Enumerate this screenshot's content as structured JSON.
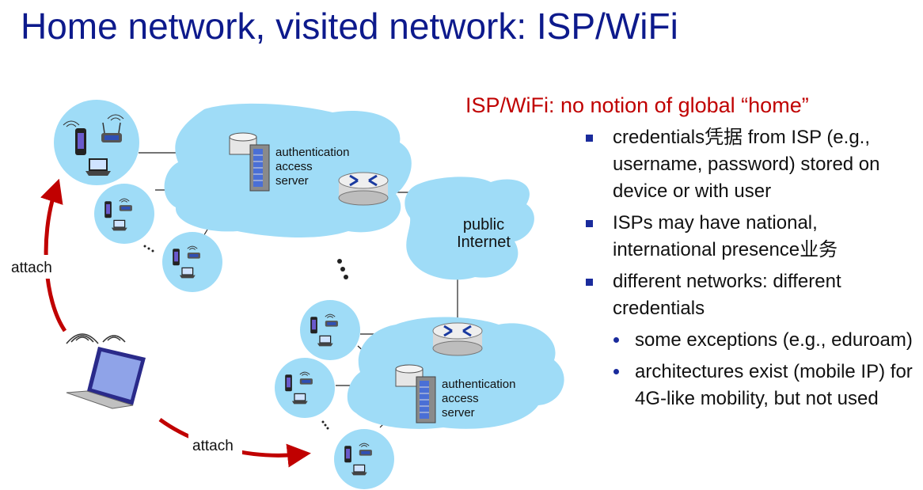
{
  "slide": {
    "title": "Home network, visited network: ISP/WiFi"
  },
  "diagram": {
    "server_top": {
      "line1": "authentication",
      "line2": "access",
      "line3": "server"
    },
    "server_bottom": {
      "line1": "authentication",
      "line2": "access",
      "line3": "server"
    },
    "internet": {
      "line1": "public",
      "line2": "Internet"
    },
    "attach_top": "attach",
    "attach_bottom": "attach",
    "colors": {
      "cloud": "#9fdcf7",
      "arrow": "#c00000",
      "router": "#1a3aa0"
    }
  },
  "panel": {
    "heading": "ISP/WiFi: no notion of global  “home”",
    "bullets": [
      {
        "text": "credentials凭据 from ISP (e.g., username, password) stored on device or with user"
      },
      {
        "text": "ISPs may have national, international presence业务"
      },
      {
        "text": "different networks: different credentials"
      }
    ],
    "sub_bullets": [
      {
        "text": "some exceptions (e.g., eduroam)"
      },
      {
        "text": "architectures exist (mobile IP) for 4G-like mobility, but not used"
      }
    ]
  }
}
